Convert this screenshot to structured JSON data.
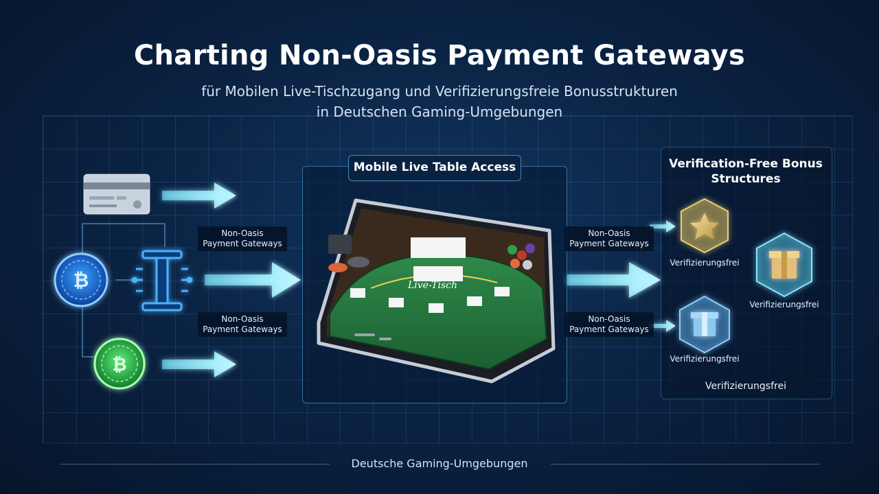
{
  "title": "Charting Non-Oasis Payment Gateways",
  "subtitle_line1": "für Mobilen Live-Tischzugang und Verifizierungsfreie Bonusstrukturen",
  "subtitle_line2": "in Deutschen Gaming-Umgebungen",
  "gateway_label_1a": "Non-Oasis",
  "gateway_label_1b": "Payment Gateways",
  "gateway_label_2a": "Non-Oasis",
  "gateway_label_2b": "Payment Gateways",
  "center_panel_title": "Mobile Live Table Access",
  "table_label": "Live-Tisch",
  "out_label_1a": "Non-Oasis",
  "out_label_1b": "Payment Gateways",
  "out_label_2a": "Non-Oasis",
  "out_label_2b": "Payment Gateways",
  "right_panel_title_1": "Verification-Free Bonus",
  "right_panel_title_2": "Structures",
  "bonus_labels": [
    "Verifizierungsfrei",
    "Verifizierungsfrei",
    "Verifizierungsfrei",
    "Verifizierungsfrei"
  ],
  "footer": "Deutsche Gaming-Umgebungen",
  "icons": [
    "credit-card-icon",
    "bitcoin-icon",
    "circuit-chip-icon",
    "green-bitcoin-icon",
    "smartphone-icon",
    "star-cube-icon",
    "gift-cube-icon",
    "gift-cube-icon"
  ],
  "colors": {
    "arrow": "#7fe9ff",
    "background": "#0b2445",
    "accent": "#5ab4f0"
  }
}
